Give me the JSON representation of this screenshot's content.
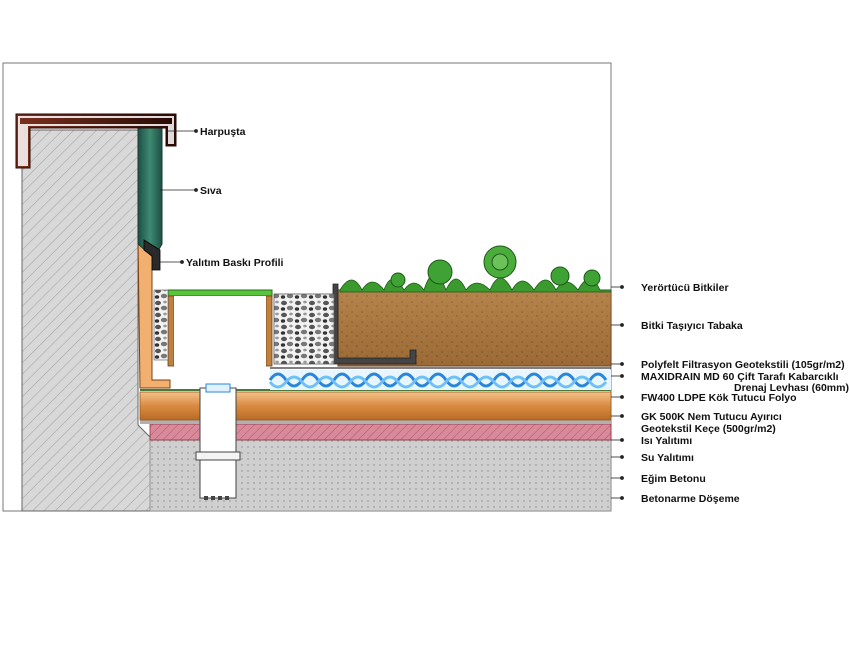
{
  "labels": {
    "harpusta": "Harpuşta",
    "siva": "Sıva",
    "yalitim_baski_profili": "Yalıtım Baskı Profili",
    "yerortucu_bitkiler": "Yerörtücü Bitkiler",
    "bitki_tasiyici_tabaka": "Bitki Taşıyıcı Tabaka",
    "polyfelt": "Polyfelt Filtrasyon Geotekstili  (105gr/m2)",
    "maxidrain_line1": "MAXIDRAIN MD 60 Çift Tarafı Kabarcıklı",
    "maxidrain_line2": "Drenaj Levhası (60mm)",
    "fw400": "FW400 LDPE Kök Tutucu Folyo",
    "gk500k_line1": "GK 500K Nem Tutucu Ayırıcı",
    "gk500k_line2": "Geotekstil Keçe (500gr/m2)",
    "isi_yalitimi": "Isı Yalıtımı",
    "su_yalitimi": "Su Yalıtımı",
    "egim_betonu": "Eğim Betonu",
    "betonarme_doseme": "Betonarme Döşeme"
  },
  "colors": {
    "concrete": "#d6d6d6",
    "hatch": "#9a9a9a",
    "soil": "#a8763f",
    "soil_dark": "#7a4d22",
    "insulation_orange": "#d9904a",
    "membrane_red": "#c9687a",
    "plaster": "#2f6b5a",
    "plant_green": "#3a9a2e",
    "drain_blue": "#4aa8e8",
    "filter_green": "#57c43a"
  }
}
